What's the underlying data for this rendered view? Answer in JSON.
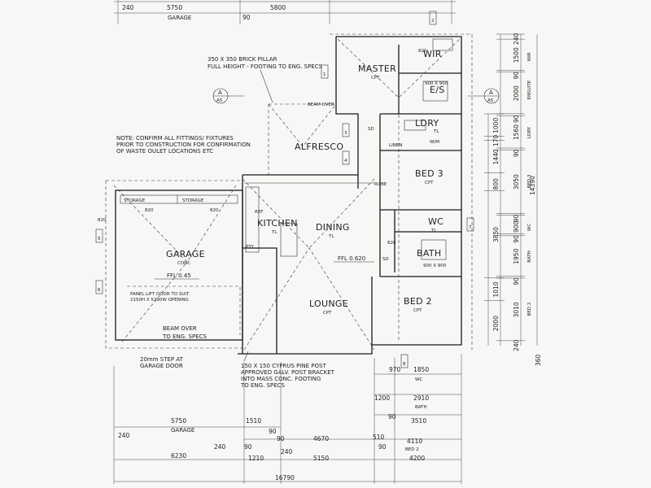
{
  "rooms": {
    "master": "MASTER",
    "master_floor": "CPT",
    "wir": "WIR",
    "ensuite": "E/S",
    "ldry": "LDRY",
    "alfresco": "ALFRESCO",
    "bed3": "BED 3",
    "bed3_floor": "CPT",
    "kitchen": "KITCHEN",
    "kitchen_floor": "TL",
    "dining": "DINING",
    "dining_floor": "TL",
    "wc": "WC",
    "bath": "BATH",
    "garage": "GARAGE",
    "garage_floor": "CONC",
    "lounge": "LOUNGE",
    "lounge_floor": "CPT",
    "bed2": "BED 2",
    "bed2_floor": "CPT",
    "storage_left": "STORAGE",
    "storage_right": "STORAGE"
  },
  "levels": {
    "garage_ffl": "FFL 0.45",
    "house_ffl": "FFL 0.620"
  },
  "notes": {
    "pillar_1": "350 X 350 BRICK PILLAR",
    "pillar_2": "FULL HEIGHT - FOOTING TO ENG. SPECS",
    "confirm_1": "NOTE: CONFIRM ALL FITTINGS/ FIXTURES",
    "confirm_2": "PRIOR TO CONSTRUCTION FOR CONFIRMATION",
    "confirm_3": "OF WASTE OULET LOCATIONS ETC",
    "beam_over": "BEAM OVER",
    "beam_specs": "TO ENG. SPECS",
    "door_1": "PANEL LIFT DOOR TO SUIT",
    "door_2": "2150H X 5290W OPENING",
    "step_1": "20mm STEP AT",
    "step_2": "GARAGE DOOR",
    "post_1": "150 X 150 CYPRUS PINE POST",
    "post_2": "APPROVED GALV. POST BRACKET",
    "post_3": "INTO MASS CONC. FOOTING",
    "post_4": "TO ENG. SPECS"
  },
  "top_dims": {
    "d240": "240",
    "d5750": "5750",
    "garage": "GARAGE",
    "d90": "90",
    "d5800": "5800"
  },
  "right_dims": {
    "outer": [
      {
        "v": "240",
        "label": ""
      },
      {
        "v": "1500",
        "label": "WIR"
      },
      {
        "v": "90",
        "label": ""
      },
      {
        "v": "2000",
        "label": "ENSUITE"
      },
      {
        "v": "90",
        "label": ""
      },
      {
        "v": "1560",
        "label": "LDRY"
      },
      {
        "v": "90",
        "label": ""
      },
      {
        "v": "3050",
        "label": "BED 3"
      },
      {
        "v": "90",
        "label": ""
      },
      {
        "v": "900",
        "label": "WC"
      },
      {
        "v": "90",
        "label": ""
      },
      {
        "v": "1950",
        "label": "BATH"
      },
      {
        "v": "90",
        "label": ""
      },
      {
        "v": "3010",
        "label": "BED 2"
      },
      {
        "v": "240",
        "label": ""
      }
    ],
    "inner": [
      "1000",
      "170",
      "1440",
      "800",
      "3850",
      "1010",
      "2000"
    ],
    "total": "14390",
    "d360": "360"
  },
  "bottom_dims": {
    "wc_row": {
      "a": "970",
      "b": "1850",
      "label": "WC"
    },
    "bath_row": {
      "a": "1200",
      "b": "2910",
      "label": "BATH"
    },
    "row_3510": {
      "a": "90",
      "b": "3510"
    },
    "garage_row": {
      "a": "240",
      "b": "5750",
      "c": "1510",
      "d": "90",
      "label": "GARAGE"
    },
    "row_4670": {
      "a": "90",
      "b": "4670",
      "c": "510",
      "d": "4110"
    },
    "bed2_row": {
      "a": "240",
      "b": "90",
      "c": "240",
      "d": "90",
      "label": "BED 2"
    },
    "row_6230": {
      "a": "6230",
      "b": "1210",
      "c": "5150",
      "d": "4200"
    },
    "total": "16790"
  },
  "symbols": {
    "section_a": "A",
    "section_sheet": "A5"
  },
  "small_labels": {
    "w1": "1",
    "w2": "2",
    "w3": "3",
    "w4": "4",
    "w5": "5",
    "w6": "6",
    "w7": "7",
    "w8": "8",
    "d820a": "820",
    "d820b": "820",
    "d820c": "820",
    "d820d": "820",
    "d820e": "820",
    "ref": "REF",
    "pty": "PTY",
    "linen": "LINEN",
    "robe": "ROBE",
    "wm": "W/M",
    "sd1": "SD",
    "sd2": "SD",
    "tl1": "TL",
    "tl2": "TL",
    "shower1": "900 X 900",
    "shower2": "900 X 900"
  }
}
